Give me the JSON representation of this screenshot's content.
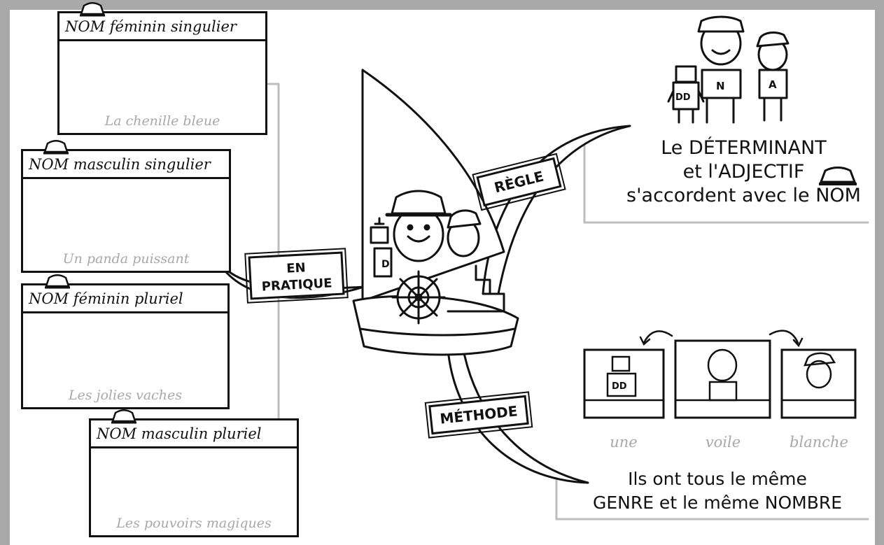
{
  "cards": [
    {
      "title": "NOM féminin singulier",
      "example": "La chenille bleue"
    },
    {
      "title": "NOM masculin singulier",
      "example": "Un panda puissant"
    },
    {
      "title": "NOM féminin pluriel",
      "example": "Les jolies vaches"
    },
    {
      "title": "NOM masculin pluriel",
      "example": "Les pouvoirs magiques"
    }
  ],
  "tags": {
    "practice": [
      "EN",
      "PRATIQUE"
    ],
    "rule": "RÈGLE",
    "method": "MÉTHODE"
  },
  "rule": {
    "line1": "Le DÉTERMINANT",
    "line2": "et l'ADJECTIF",
    "line3": "s'accordent avec le NOM"
  },
  "method": {
    "words": [
      "une",
      "voile",
      "blanche"
    ],
    "line1": "Ils ont tous le même",
    "line2": "GENRE et le même NOMBRE"
  },
  "character_letters": {
    "determiner": "DD",
    "noun": "N",
    "adjective": "A"
  },
  "colors": {
    "ink": "#111111",
    "example_gray": "#a8a8a8",
    "frame": "#a9a9a9",
    "paper": "#ffffff"
  }
}
